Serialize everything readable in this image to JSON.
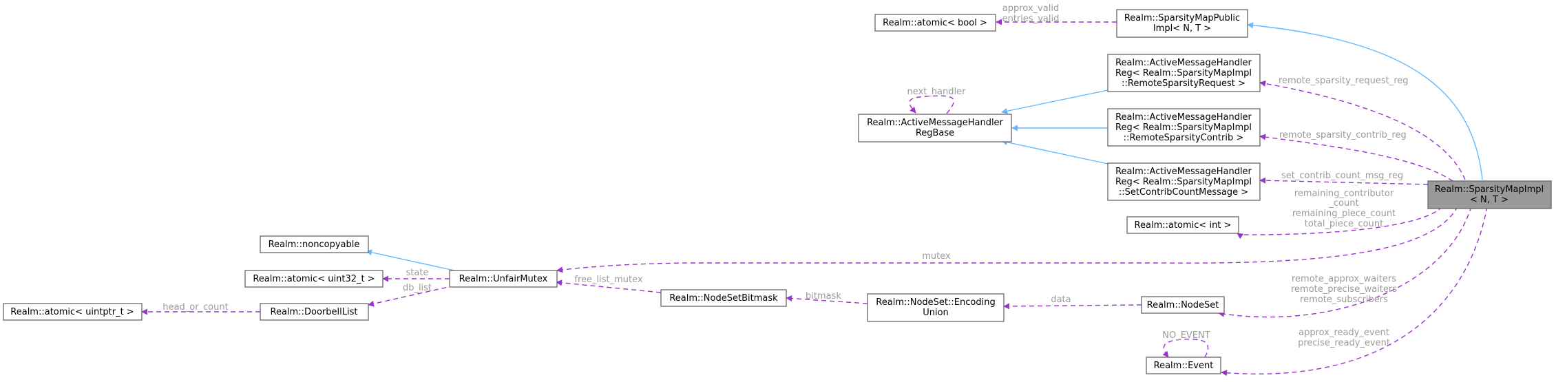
{
  "nodes": {
    "sparsity_map_impl": [
      "Realm::SparsityMapImpl",
      "< N, T >"
    ],
    "sparsity_map_public_impl": [
      "Realm::SparsityMapPublic",
      "Impl< N, T >"
    ],
    "atomic_bool": [
      "Realm::atomic< bool >"
    ],
    "amh_remote_sparsity_request": [
      "Realm::ActiveMessageHandler",
      "Reg< Realm::SparsityMapImpl",
      "::RemoteSparsityRequest >"
    ],
    "amh_remote_sparsity_contrib": [
      "Realm::ActiveMessageHandler",
      "Reg< Realm::SparsityMapImpl",
      "::RemoteSparsityContrib >"
    ],
    "amh_set_contrib_count": [
      "Realm::ActiveMessageHandler",
      "Reg< Realm::SparsityMapImpl",
      "::SetContribCountMessage >"
    ],
    "amh_reg_base": [
      "Realm::ActiveMessageHandler",
      "RegBase"
    ],
    "atomic_int": [
      "Realm::atomic< int >"
    ],
    "noncopyable": [
      "Realm::noncopyable"
    ],
    "atomic_uint32": [
      "Realm::atomic< uint32_t >"
    ],
    "unfair_mutex": [
      "Realm::UnfairMutex"
    ],
    "doorbell_list": [
      "Realm::DoorbellList"
    ],
    "atomic_uintptr": [
      "Realm::atomic< uintptr_t >"
    ],
    "node_set_bitmask": [
      "Realm::NodeSetBitmask"
    ],
    "node_set_encoding_union": [
      "Realm::NodeSet::Encoding",
      "Union"
    ],
    "node_set": [
      "Realm::NodeSet"
    ],
    "event": [
      "Realm::Event"
    ]
  },
  "edge_labels": {
    "approx_valid": [
      "approx_valid",
      "entries_valid"
    ],
    "next_handler": [
      "next_handler"
    ],
    "remote_sparsity_request_reg": [
      "remote_sparsity_request_reg"
    ],
    "remote_sparsity_contrib_reg": [
      "remote_sparsity_contrib_reg"
    ],
    "set_contrib_count_msg_reg": [
      "set_contrib_count_msg_reg"
    ],
    "counts": [
      "remaining_contributor",
      "_count",
      "remaining_piece_count",
      "total_piece_count"
    ],
    "mutex": [
      "mutex"
    ],
    "state": [
      "state"
    ],
    "db_list": [
      "db_list"
    ],
    "head_or_count": [
      "head_or_count"
    ],
    "free_list_mutex": [
      "free_list_mutex"
    ],
    "bitmask": [
      "bitmask"
    ],
    "data": [
      "data"
    ],
    "waiters": [
      "remote_approx_waiters",
      "remote_precise_waiters",
      "remote_subscribers"
    ],
    "no_event": [
      "NO_EVENT"
    ],
    "ready_events": [
      "approx_ready_event",
      "precise_ready_event"
    ]
  },
  "colors": {
    "inheritance_edge": "#63b8ff",
    "usage_edge": "#9a32cd",
    "edge_label": "#9a9a9a",
    "focus_node_fill": "#999999",
    "node_border": "#666666"
  }
}
